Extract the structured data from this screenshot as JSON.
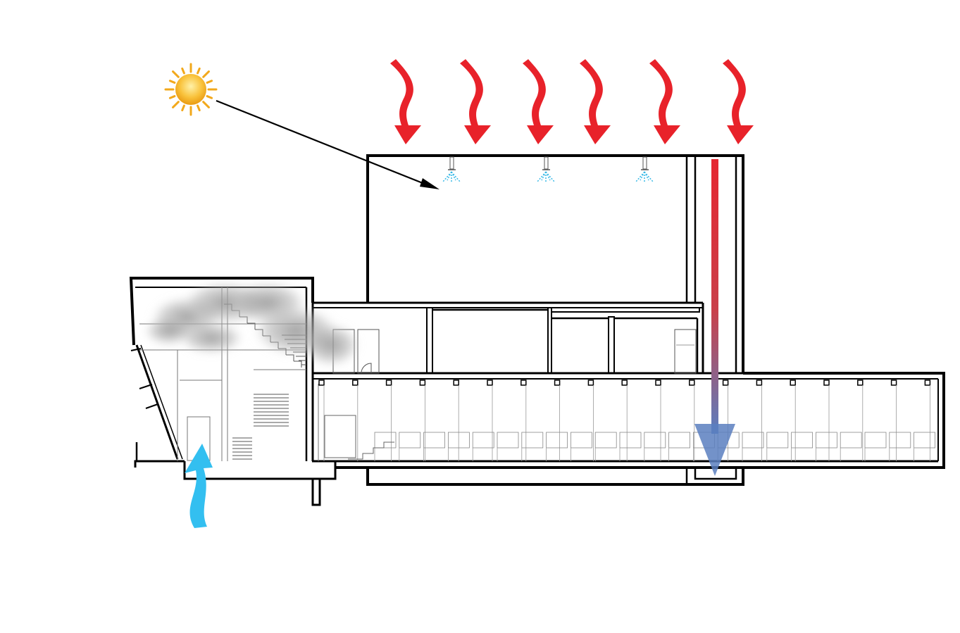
{
  "diagram": {
    "kind": "building-section-climate-diagram",
    "sun_icon": "sun-icon",
    "heat_arrow_icon": "wavy-arrow-down-icon",
    "cool_air_icon": "wavy-arrow-up-icon",
    "sprinkler_icon": "water-spray-nozzle-icon",
    "smoke_icon": "cloud-smoke-icon",
    "heat_arrow_count": 6,
    "sprinkler_count": 3,
    "colors": {
      "heat": "#e8222a",
      "cool_air": "#33bff0",
      "spray": "#36b8e6",
      "sun": "#f7b525",
      "duct_top": "#e52731",
      "duct_bottom": "#5a7fc0",
      "structure": "#000000",
      "smoke": "#9a9a9a"
    }
  }
}
